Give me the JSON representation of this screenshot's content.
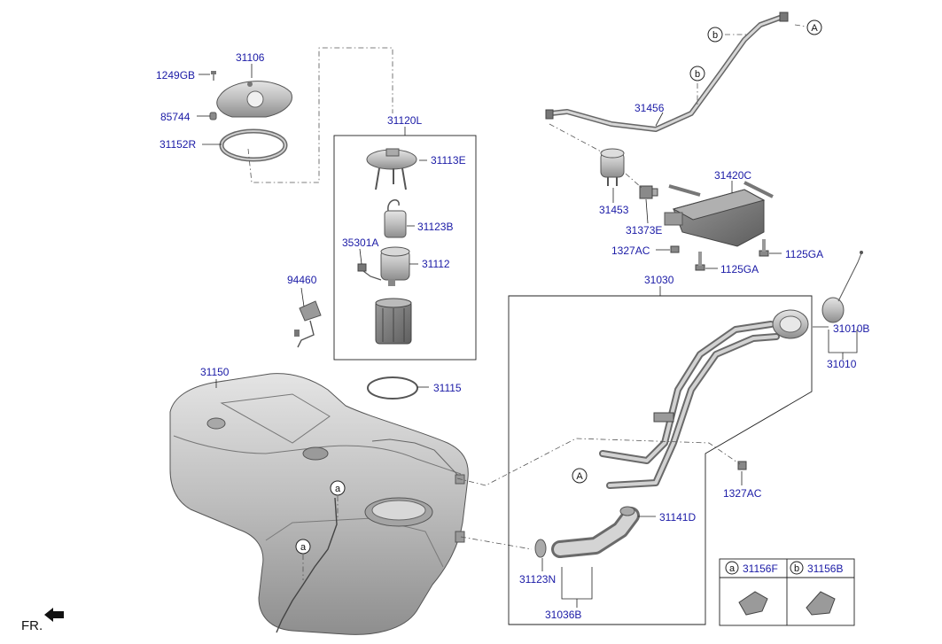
{
  "orientation": {
    "label": "FR.",
    "icon": "front-direction-arrow-icon"
  },
  "part_numbers": {
    "p31106": "31106",
    "p1249GB": "1249GB",
    "p85744": "85744",
    "p31152R": "31152R",
    "p31120L": "31120L",
    "p31113E": "31113E",
    "p31123B": "31123B",
    "p35301A": "35301A",
    "p31112": "31112",
    "p94460": "94460",
    "p31150": "31150",
    "p31115": "31115",
    "p31456": "31456",
    "p31453": "31453",
    "p31420C": "31420C",
    "p31373E": "31373E",
    "p1327AC_top": "1327AC",
    "p1125GA_mid": "1125GA",
    "p1125GA_right": "1125GA",
    "p31030": "31030",
    "p31010B": "31010B",
    "p31010": "31010",
    "p31141D": "31141D",
    "p1327AC_bottom": "1327AC",
    "p31123N": "31123N",
    "p31036B": "31036B"
  },
  "reference_markers": {
    "a": "a",
    "b": "b",
    "A": "A"
  },
  "legend": {
    "a_marker": "a",
    "a_part": "31156F",
    "b_marker": "b",
    "b_part": "31156B"
  },
  "colors": {
    "label_blue": "#1a1aa6",
    "line": "#222222",
    "part_fill": "#c8c8c8",
    "part_dark": "#8a8a8a"
  }
}
